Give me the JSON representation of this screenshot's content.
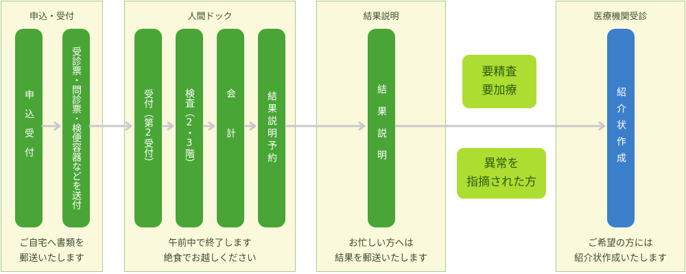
{
  "panels": [
    {
      "title": "申込・受付",
      "footer": "ご自宅へ書類を\n郵送いたします",
      "steps": [
        "申込受付",
        "受診票・問診票・検便容器などを送付"
      ]
    },
    {
      "title": "人間ドック",
      "footer": "午前中で終了します\n絶食でお越しください",
      "steps": [
        "受付（第2受付）",
        "検査（2・3階）",
        "会計",
        "結果説明予約"
      ]
    },
    {
      "title": "結果説明",
      "footer": "お忙しい方へは\n結果を郵送いたします",
      "steps": [
        "結果説明"
      ]
    },
    {
      "title": "医療機関受診",
      "footer": "ご希望の方には\n紹介状作成いたします",
      "steps": [
        "紹介状作成"
      ]
    }
  ],
  "badges": {
    "top": "要精査\n要加療",
    "bottom": "異常を\n指摘された方"
  },
  "colors": {
    "panel_bg": "#fbf9dc",
    "panel_border": "#a9c98a",
    "step_green": "#49a535",
    "step_blue": "#3b7fcb",
    "badge": "#addd31",
    "arrow": "#c9c9c9"
  }
}
